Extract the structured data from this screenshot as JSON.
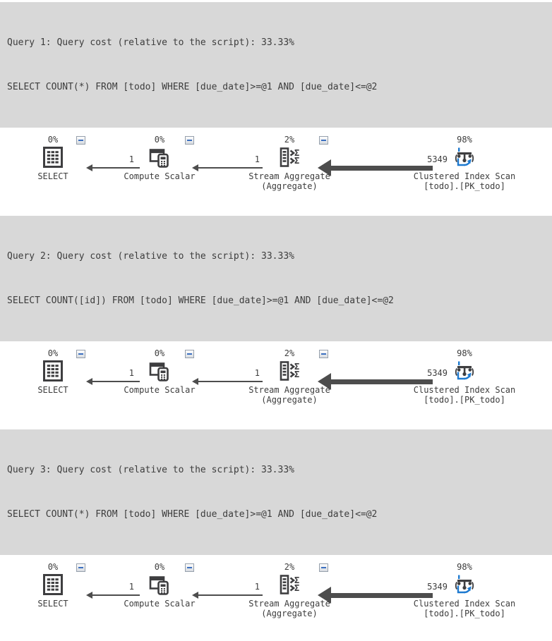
{
  "colors": {
    "header_bg": "#d8d8d8",
    "icon_dark": "#3e3e40",
    "scan_blue": "#1e7ad0",
    "minus_blue": "#3a6fc0",
    "arrow_gray": "#4d4d4d",
    "text": "#3d3d3d"
  },
  "queries": [
    {
      "header": "Query 1: Query cost (relative to the script): 33.33%",
      "sql": "SELECT COUNT(*) FROM [todo] WHERE [due_date]>=@1 AND [due_date]<=@2",
      "nodes": [
        {
          "op": "SELECT",
          "pct": "0%",
          "line1": "SELECT",
          "line2": "",
          "icon": "result-grid-icon"
        },
        {
          "op": "Compute Scalar",
          "pct": "0%",
          "line1": "Compute Scalar",
          "line2": "",
          "icon": "compute-scalar-icon"
        },
        {
          "op": "Stream Aggregate",
          "pct": "2%",
          "line1": "Stream Aggregate",
          "line2": "(Aggregate)",
          "icon": "stream-aggregate-icon"
        },
        {
          "op": "Clustered Index Scan",
          "pct": "98%",
          "line1": "Clustered Index Scan",
          "line2": "[todo].[PK_todo]",
          "icon": "clustered-index-scan-icon"
        }
      ],
      "edges": [
        {
          "rows": "1"
        },
        {
          "rows": "1"
        },
        {
          "rows": "5349"
        }
      ]
    },
    {
      "header": "Query 2: Query cost (relative to the script): 33.33%",
      "sql": "SELECT COUNT([id]) FROM [todo] WHERE [due_date]>=@1 AND [due_date]<=@2",
      "nodes": [
        {
          "op": "SELECT",
          "pct": "0%",
          "line1": "SELECT",
          "line2": "",
          "icon": "result-grid-icon"
        },
        {
          "op": "Compute Scalar",
          "pct": "0%",
          "line1": "Compute Scalar",
          "line2": "",
          "icon": "compute-scalar-icon"
        },
        {
          "op": "Stream Aggregate",
          "pct": "2%",
          "line1": "Stream Aggregate",
          "line2": "(Aggregate)",
          "icon": "stream-aggregate-icon"
        },
        {
          "op": "Clustered Index Scan",
          "pct": "98%",
          "line1": "Clustered Index Scan",
          "line2": "[todo].[PK_todo]",
          "icon": "clustered-index-scan-icon"
        }
      ],
      "edges": [
        {
          "rows": "1"
        },
        {
          "rows": "1"
        },
        {
          "rows": "5349"
        }
      ]
    },
    {
      "header": "Query 3: Query cost (relative to the script): 33.33%",
      "sql": "SELECT COUNT(*) FROM [todo] WHERE [due_date]>=@1 AND [due_date]<=@2",
      "nodes": [
        {
          "op": "SELECT",
          "pct": "0%",
          "line1": "SELECT",
          "line2": "",
          "icon": "result-grid-icon"
        },
        {
          "op": "Compute Scalar",
          "pct": "0%",
          "line1": "Compute Scalar",
          "line2": "",
          "icon": "compute-scalar-icon"
        },
        {
          "op": "Stream Aggregate",
          "pct": "2%",
          "line1": "Stream Aggregate",
          "line2": "(Aggregate)",
          "icon": "stream-aggregate-icon"
        },
        {
          "op": "Clustered Index Scan",
          "pct": "98%",
          "line1": "Clustered Index Scan",
          "line2": "[todo].[PK_todo]",
          "icon": "clustered-index-scan-icon"
        }
      ],
      "edges": [
        {
          "rows": "1"
        },
        {
          "rows": "1"
        },
        {
          "rows": "5349"
        }
      ]
    }
  ]
}
